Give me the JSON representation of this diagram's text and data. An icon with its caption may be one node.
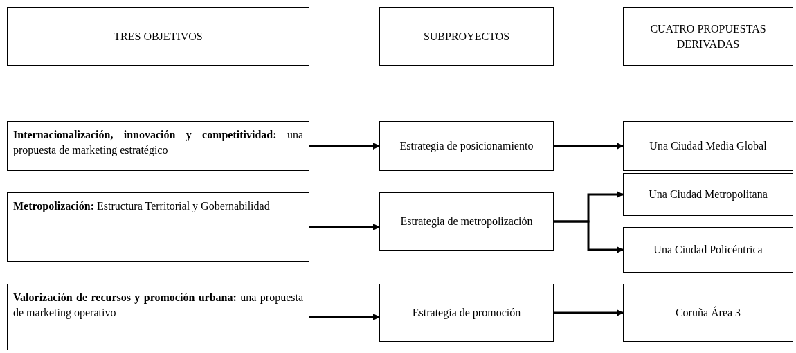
{
  "diagram": {
    "nodes": [
      {
        "text": [
          "TRES OBJETIVOS"
        ]
      },
      {
        "text": [
          "SUBPROYECTOS"
        ]
      },
      {
        "text": [
          "CUATRO PROPUESTAS DERIVADAS"
        ]
      },
      {
        "text": [
          "**Internacionalización, innovación y competitividad:** una propuesta de marketing estratégico"
        ]
      },
      {
        "text": [
          "Estrategia de posicionamiento"
        ]
      },
      {
        "text": [
          "Una Ciudad Media Global"
        ]
      },
      {
        "text": [
          "**Metropolización:** Estructura Territorial y Gobernabilidad"
        ]
      },
      {
        "text": [
          "Estrategia de metropolización"
        ]
      },
      {
        "text": [
          "Una Ciudad Metropolitana"
        ]
      },
      {
        "text": [
          "Una Ciudad Policéntrica"
        ]
      },
      {
        "text": [
          "**Valorización de recursos y promoción urbana:** una propuesta de marketing operativo"
        ]
      },
      {
        "text": [
          "Estrategia de promoción"
        ]
      },
      {
        "text": [
          "Coruña Área 3"
        ]
      }
    ],
    "edges": [
      {
        "from": 3,
        "to": 4,
        "arrow": "to"
      },
      {
        "from": 4,
        "to": 5,
        "arrow": "to"
      },
      {
        "from": 6,
        "to": 7,
        "arrow": "to"
      },
      {
        "from": 7,
        "to": 8,
        "arrow": "to"
      },
      {
        "from": 7,
        "to": 9,
        "arrow": "to"
      },
      {
        "from": 10,
        "to": 11,
        "arrow": "to"
      },
      {
        "from": 11,
        "to": 12,
        "arrow": "to"
      }
    ]
  }
}
